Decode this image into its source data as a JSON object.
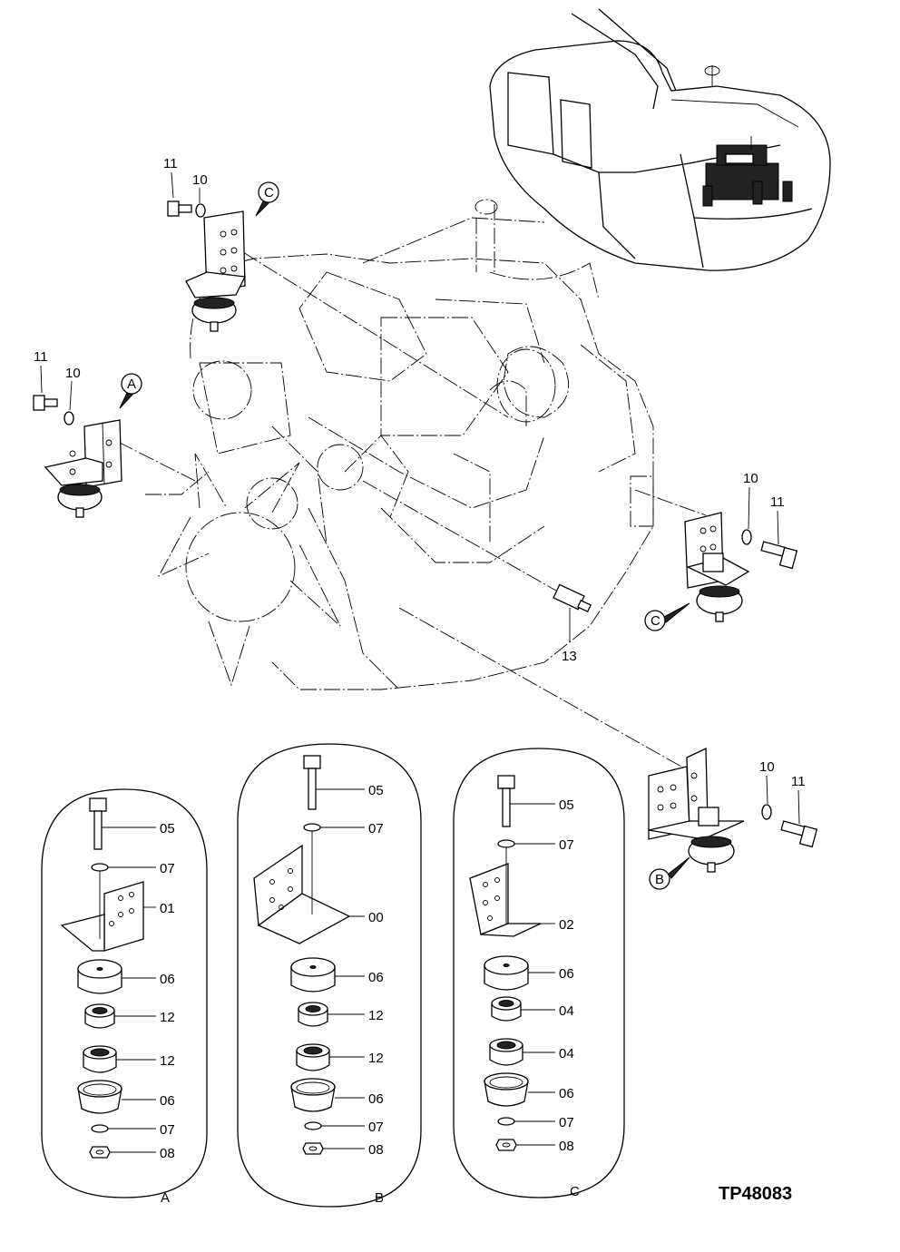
{
  "drawing_id": "TP48083",
  "top_callouts": {
    "c_top": {
      "letter": "C",
      "bolt": "11",
      "washer": "10"
    },
    "a_left": {
      "letter": "A",
      "bolt": "11",
      "washer": "10"
    },
    "c_right": {
      "letter": "C",
      "bolt": "11",
      "washer": "10"
    },
    "b_right": {
      "letter": "B",
      "bolt": "11",
      "washer": "10"
    },
    "sensor": "13"
  },
  "detail_views": [
    {
      "letter": "A",
      "labels": [
        "05",
        "07",
        "01",
        "06",
        "12",
        "12",
        "06",
        "07",
        "08"
      ]
    },
    {
      "letter": "B",
      "labels": [
        "05",
        "07",
        "00",
        "06",
        "12",
        "12",
        "06",
        "07",
        "08"
      ]
    },
    {
      "letter": "C",
      "labels": [
        "05",
        "07",
        "02",
        "06",
        "04",
        "04",
        "06",
        "07",
        "08"
      ]
    }
  ]
}
